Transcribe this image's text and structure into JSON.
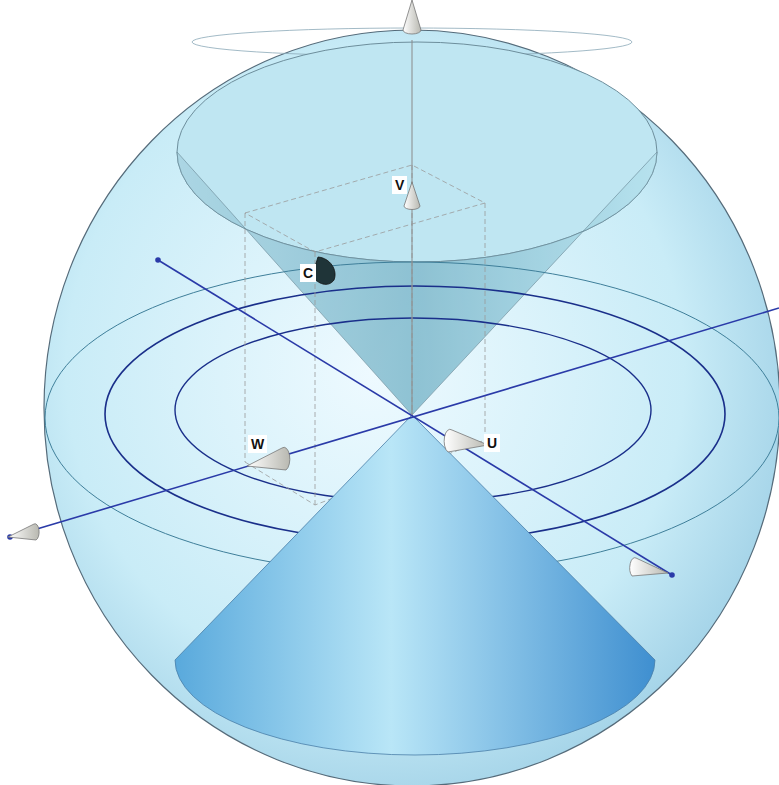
{
  "diagram": {
    "labels": [
      "V",
      "C",
      "W",
      "U"
    ]
  }
}
